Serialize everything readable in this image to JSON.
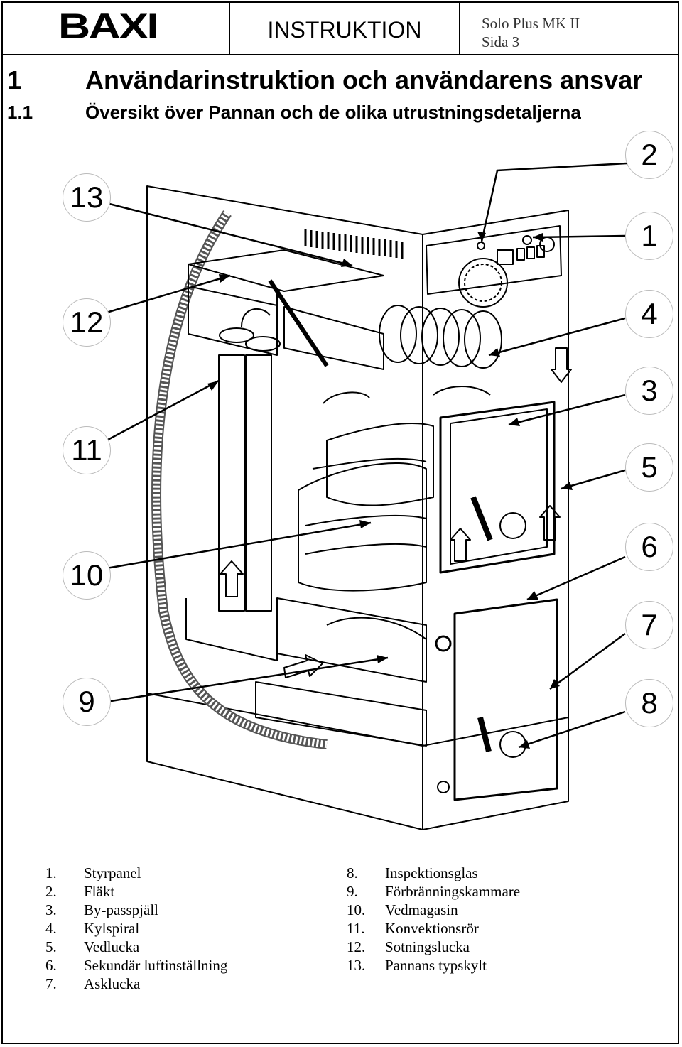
{
  "header": {
    "logo": "BAXI",
    "title": "INSTRUKTION",
    "model": "Solo Plus MK II",
    "page": "Sida 3"
  },
  "section": {
    "number": "1",
    "title": "Användarinstruktion och användarens ansvar"
  },
  "subsection": {
    "number": "1.1",
    "title": "Översikt över Pannan och de olika utrustningsdetaljerna"
  },
  "callouts": [
    "13",
    "12",
    "11",
    "10",
    "9",
    "2",
    "1",
    "4",
    "3",
    "5",
    "6",
    "7",
    "8"
  ],
  "legend_left": [
    {
      "n": "1.",
      "label": "Styrpanel"
    },
    {
      "n": "2.",
      "label": "Fläkt"
    },
    {
      "n": "3.",
      "label": "By-passpjäll"
    },
    {
      "n": "4.",
      "label": "Kylspiral"
    },
    {
      "n": "5.",
      "label": "Vedlucka"
    },
    {
      "n": "6.",
      "label": "Sekundär luftinställning"
    },
    {
      "n": "7.",
      "label": "Asklucka"
    }
  ],
  "legend_right": [
    {
      "n": "8.",
      "label": "Inspektionsglas"
    },
    {
      "n": "9.",
      "label": "Förbränningskammare"
    },
    {
      "n": "10.",
      "label": "Vedmagasin"
    },
    {
      "n": "11.",
      "label": "Konvektionsrör"
    },
    {
      "n": "12.",
      "label": "Sotningslucka"
    },
    {
      "n": "13.",
      "label": "Pannans typskylt"
    }
  ]
}
